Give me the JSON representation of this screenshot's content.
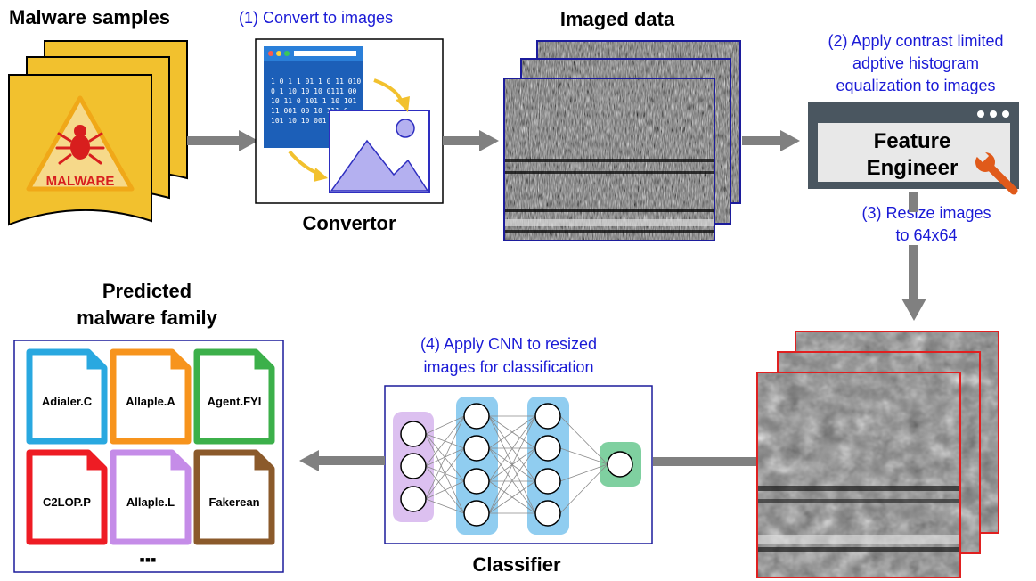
{
  "headings": {
    "malware_samples": "Malware samples",
    "imaged_data": "Imaged data",
    "convertor": "Convertor",
    "predicted_line1": "Predicted",
    "predicted_line2": "malware family",
    "classifier": "Classifier"
  },
  "steps": {
    "step1": "(1) Convert to images",
    "step2_line1": "(2) Apply contrast limited",
    "step2_line2": "adptive histogram",
    "step2_line3": "equalization to images",
    "step3_line1": "(3) Resize images",
    "step3_line2": "to 64x64",
    "step4_line1": "(4) Apply CNN to resized",
    "step4_line2": "images for classification"
  },
  "malware_label": "MALWARE",
  "binary_lines": [
    "1 0 1 1 01 1 0 11 010",
    "0 1 10 10 10 0111 00",
    "10 11 0 101 1 10 101",
    "11 001 00 10 111 0",
    "101 10 10 001"
  ],
  "feature_engineer": {
    "line1": "Feature",
    "line2": "Engineer"
  },
  "families": [
    {
      "name": "Adialer.C",
      "color": "#29a8e0"
    },
    {
      "name": "Allaple.A",
      "color": "#f7941d"
    },
    {
      "name": "Agent.FYI",
      "color": "#3cb04a"
    },
    {
      "name": "C2LOP.P",
      "color": "#ee1c24"
    },
    {
      "name": "Allaple.L",
      "color": "#c58ce8"
    },
    {
      "name": "Fakerean",
      "color": "#8b5a2b"
    }
  ],
  "more_indicator": "▪▪▪",
  "colors": {
    "step_text": "#1a1ad6",
    "arrow": "#808080",
    "malware_doc": "#f2c12e",
    "imaged_border": "#1c1c9c",
    "resized_border": "#e02020",
    "cnn_input_layer": "#dcc0f0",
    "cnn_hidden_layer": "#90cdf0",
    "cnn_output_layer": "#7fd0a0",
    "feature_box": "#4a5660"
  }
}
